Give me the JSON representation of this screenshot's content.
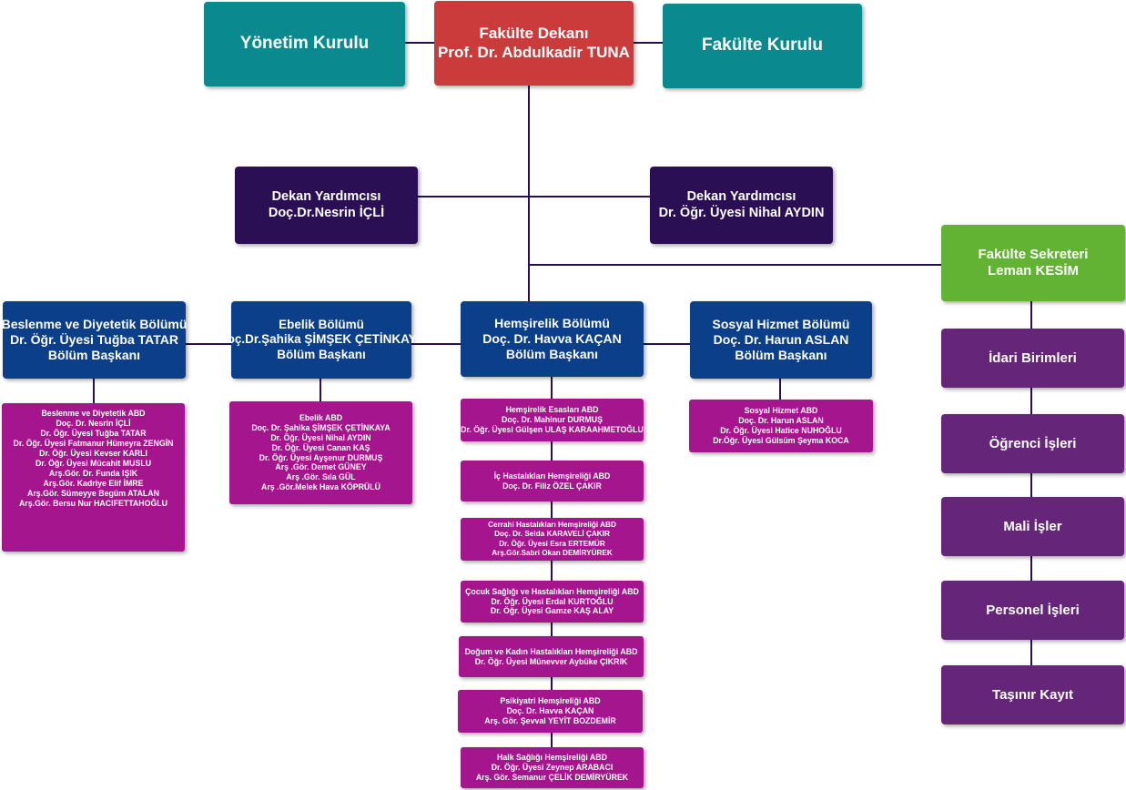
{
  "top": {
    "yonetim": "Yönetim Kurulu",
    "dean_title": "Fakülte Dekanı",
    "dean_name": "Prof. Dr. Abdulkadir TUNA",
    "fakulte_kurulu": "Fakülte Kurulu"
  },
  "vice_deans": [
    {
      "title": "Dekan Yardımcısı",
      "name": "Doç.Dr.Nesrin İÇLİ"
    },
    {
      "title": "Dekan Yardımcısı",
      "name": "Dr. Öğr. Üyesi Nihal AYDIN"
    }
  ],
  "secretary": {
    "title": "Fakülte Sekreteri",
    "name": "Leman KESİM"
  },
  "units": [
    "İdari Birimleri",
    "Öğrenci İşleri",
    "Mali İşler",
    "Personel İşleri",
    "Taşınır Kayıt"
  ],
  "departments": [
    {
      "lines": [
        "Beslenme ve Diyetetik Bölümü",
        "Dr. Öğr. Üyesi Tuğba TATAR",
        "Bölüm Başkanı"
      ]
    },
    {
      "lines": [
        "Ebelik Bölümü",
        "Doç.Dr.Şahika ŞİMŞEK ÇETİNKAYA",
        "Bölüm Başkanı"
      ]
    },
    {
      "lines": [
        "Hemşirelik Bölümü",
        "Doç. Dr. Havva KAÇAN",
        "Bölüm Başkanı"
      ]
    },
    {
      "lines": [
        "Sosyal Hizmet Bölümü",
        "Doç. Dr. Harun ASLAN",
        "Bölüm Başkanı"
      ]
    }
  ],
  "beslenme_abd": [
    "Beslenme ve Diyetetik ABD",
    "Doç. Dr. Nesrin İÇLİ",
    "Dr. Öğr. Üyesi Tuğba TATAR",
    "Dr. Öğr. Üyesi Fatmanur Hümeyra ZENGİN",
    "Dr. Öğr. Üyesi  Kevser KARLI",
    "Dr. Öğr. Üyesi Mücahit MUSLU",
    "Arş.Gör. Dr. Funda IŞIK",
    "Arş.Gör. Kadriye Elif İMRE",
    "Arş.Gör. Sümeyye Begüm ATALAN",
    "Arş.Gör. Bersu Nur HACIFETTAHOĞLU"
  ],
  "ebelik_abd": [
    "Ebelik ABD",
    "Doç. Dr. Şahika ŞİMŞEK ÇETİNKAYA",
    "Dr. Öğr. Üyesi Nihal AYDIN",
    "Dr. Öğr. Üyesi Canan KAŞ",
    "Dr. Öğr. Üyesi  Ayşenur DURMUŞ",
    "Arş .Gör. Demet GÜNEY",
    "Arş .Gör. Sıla GÜL",
    "Arş .Gör.Melek Hava KÖPRÜLÜ"
  ],
  "sosyal_abd": [
    "Sosyal Hizmet ABD",
    "Doç. Dr. Harun ASLAN",
    "Dr. Öğr. Üyesi Hatice  NUHOĞLU",
    "Dr.Öğr. Üyesi Gülsüm Şeyma KOCA"
  ],
  "hemsirelik_abd": [
    [
      "Hemşirelik Esasları ABD",
      "Doç. Dr. Mahinur DURMUŞ",
      "Dr. Öğr. Üyesi Gülşen ULAŞ KARAAHMETOĞLU"
    ],
    [
      "İç Hastalıkları Hemşireliği ABD",
      "Doç. Dr. Filiz ÖZEL ÇAKIR"
    ],
    [
      "Cerrahi Hastalıkları Hemşireliği ABD",
      "Doç. Dr. Selda KARAVELİ ÇAKIR",
      "Dr. Öğr. Üyesi Esra ERTEMÜR",
      "Arş.Gör.Sabri Okan DEMİRYÜREK"
    ],
    [
      "Çocuk Sağlığı ve Hastalıkları Hemşireliği ABD",
      "Dr. Öğr. Üyesi Erdal KURTOĞLU",
      "Dr. Öğr. Üyesi Gamze KAŞ ALAY"
    ],
    [
      "Doğum ve Kadın Hastalıkları Hemşireliği ABD",
      "Dr. Öğr. Üyesi Münevver Aybüke ÇIKRIK"
    ],
    [
      "Psikiyatri Hemşireliği ABD",
      "Doç. Dr. Havva KAÇAN",
      "Arş. Gör. Şevval YEYİT BOZDEMİR"
    ],
    [
      "Halk Sağlığı Hemşireliği ABD",
      "Dr. Öğr. Üyesi Zeynep ARABACI",
      "Arş. Gör. Semanur ÇELİK DEMİRYÜREK"
    ]
  ],
  "colors": {
    "teal": "#0a8a8e",
    "red": "#cc3b3b",
    "navy": "#2a0f54",
    "blue": "#0c3f8a",
    "green": "#62b233",
    "purple": "#65267a",
    "magenta": "#a5158d",
    "line": "#2a0f54"
  }
}
